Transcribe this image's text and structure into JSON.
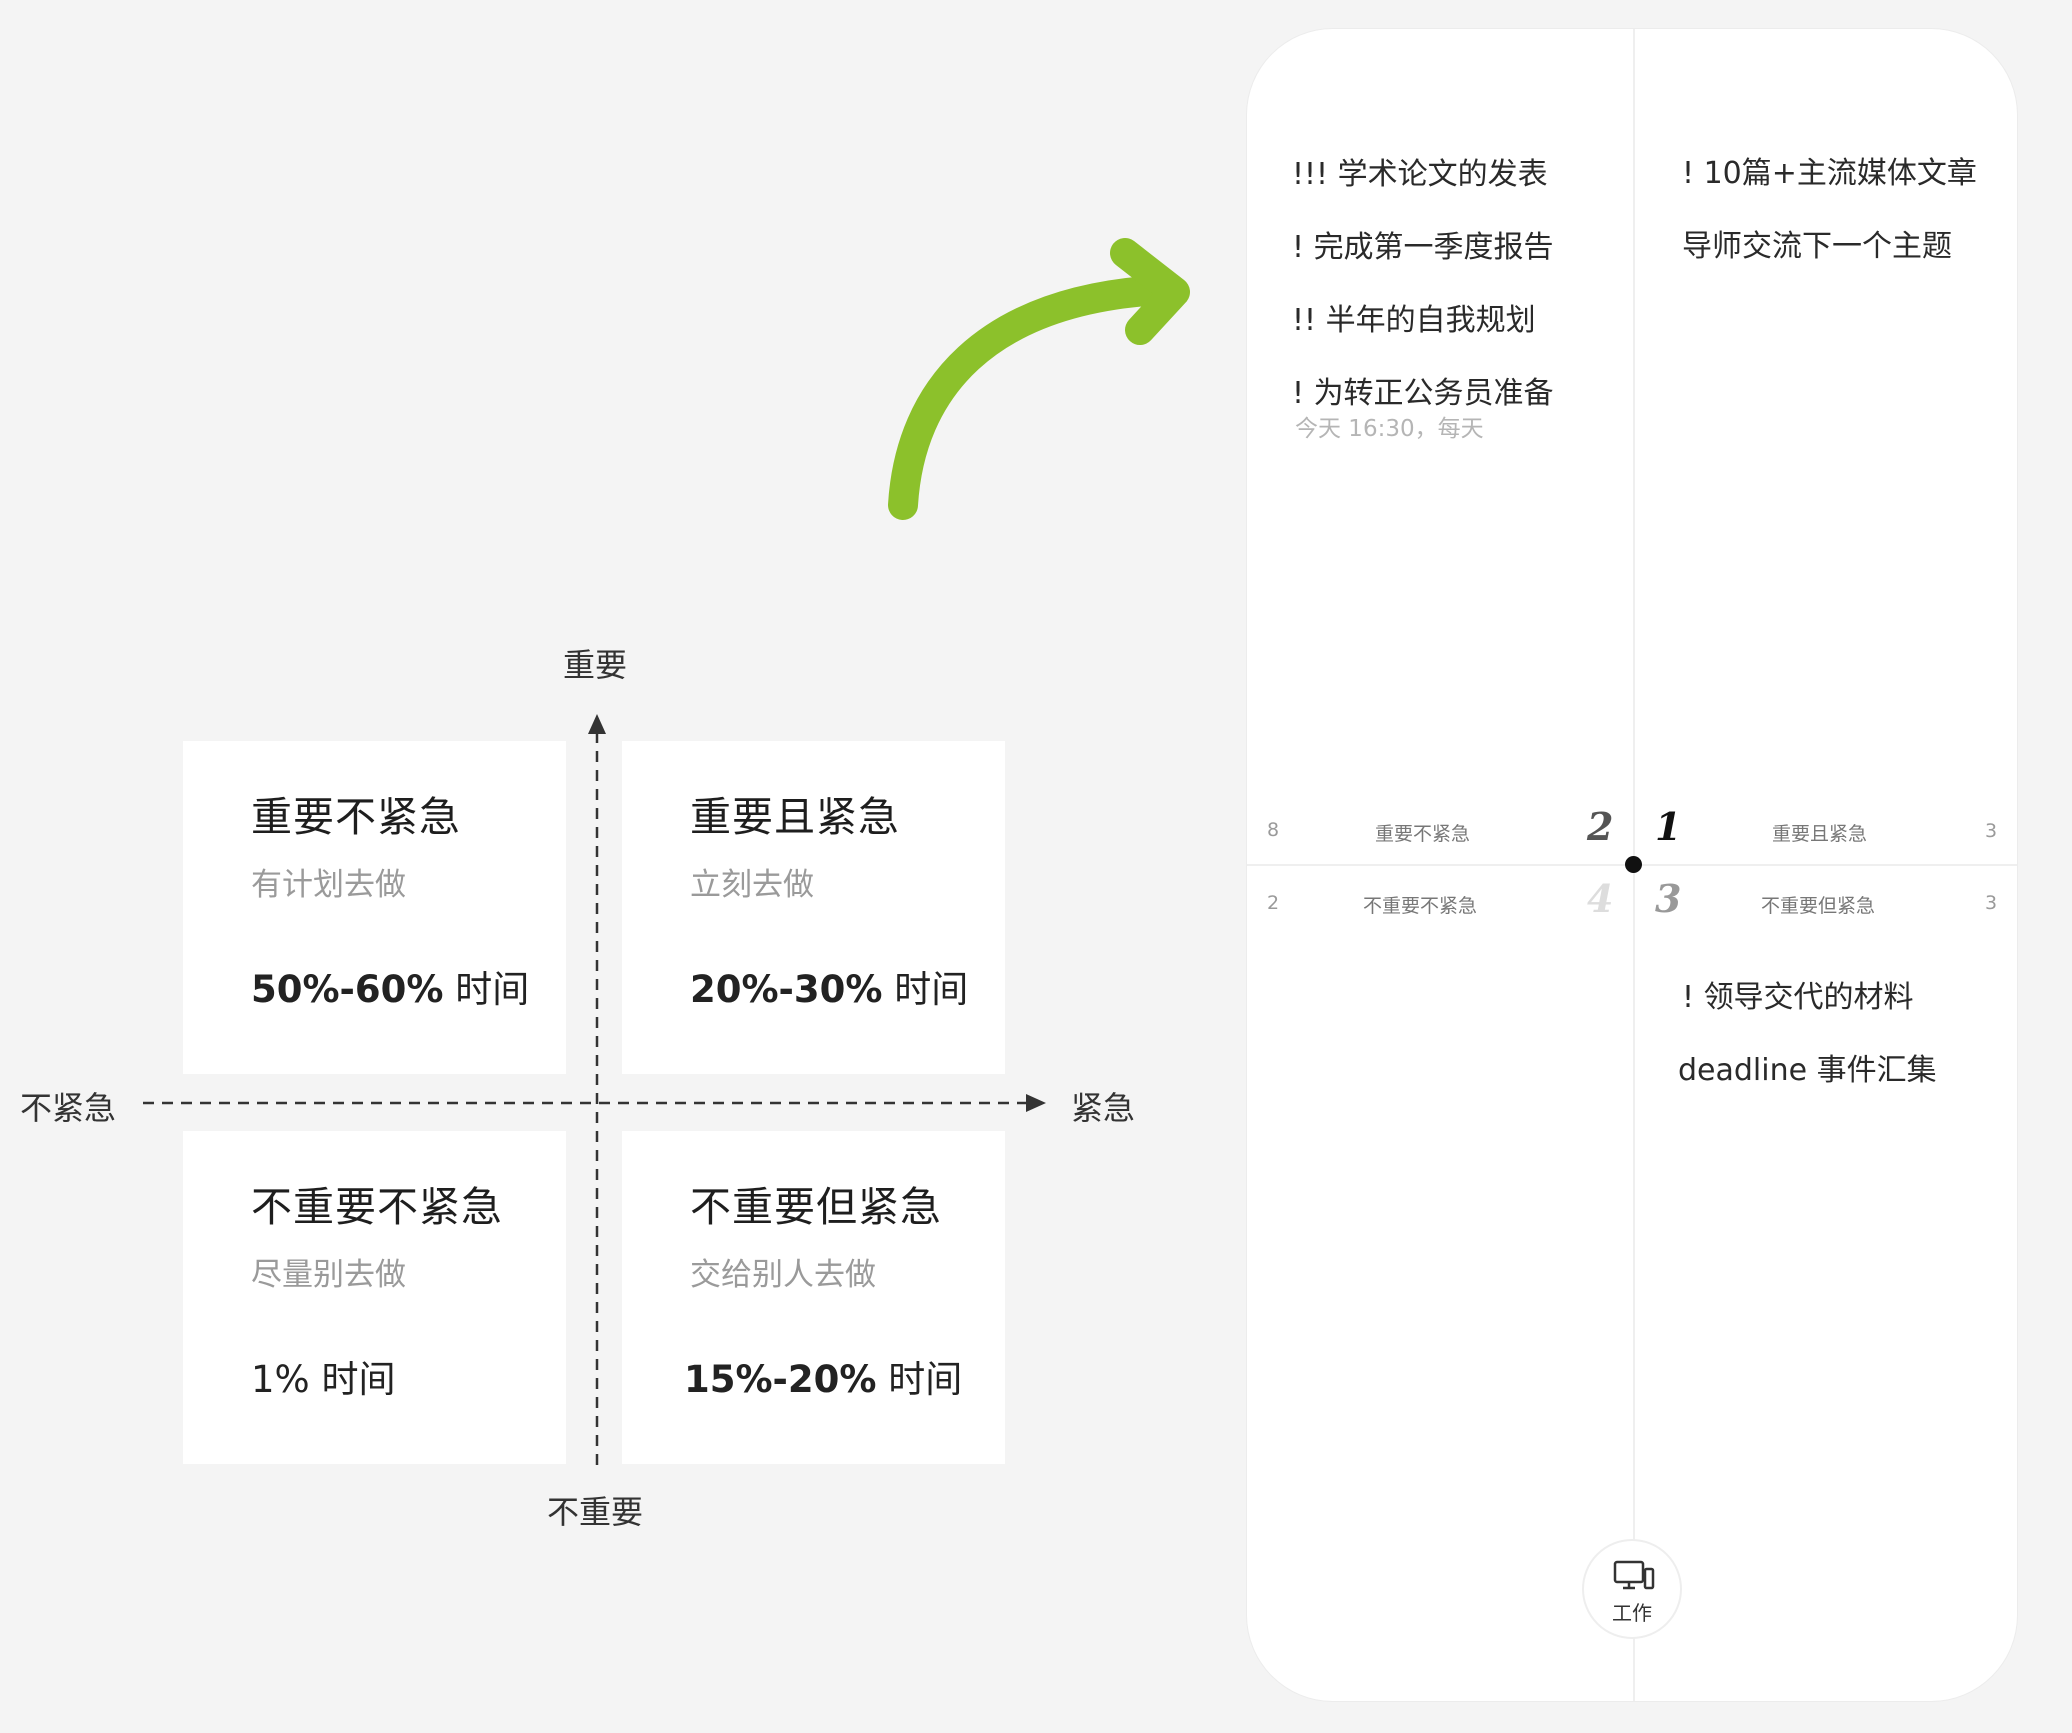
{
  "matrix": {
    "axis_top": "重要",
    "axis_bottom": "不重要",
    "axis_left": "不紧急",
    "axis_right": "紧急",
    "quadrants": [
      {
        "title": "重要不紧急",
        "action": "有计划去做",
        "pct_bold": "50%-60%",
        "pct_unit": " 时间"
      },
      {
        "title": "重要且紧急",
        "action": "立刻去做",
        "pct_bold": "20%-30%",
        "pct_unit": " 时间"
      },
      {
        "title": "不重要不紧急",
        "action": "尽量别去做",
        "pct_bold": "1%",
        "pct_unit": " 时间"
      },
      {
        "title": "不重要但紧急",
        "action": "交给别人去做",
        "pct_bold": "15%-20%",
        "pct_unit": " 时间"
      }
    ]
  },
  "arrow_color": "#8cc12b",
  "phone": {
    "q2_tasks": [
      "!!! 学术论文的发表",
      "! 完成第一季度报告",
      "!! 半年的自我规划",
      "! 为转正公务员准备"
    ],
    "q2_task_meta": "今天 16:30，每天",
    "q1_tasks": [
      "! 10篇+主流媒体文章",
      "导师交流下一个主题"
    ],
    "q3_tasks": [
      "! 领导交代的材料",
      "deadline 事件汇集"
    ],
    "headers": {
      "q2": {
        "count": "8",
        "label": "重要不紧急",
        "num": "2"
      },
      "q1": {
        "num": "1",
        "label": "重要且紧急",
        "count": "3"
      },
      "q4": {
        "count": "2",
        "label": "不重要不紧急",
        "num": "4"
      },
      "q3": {
        "num": "3",
        "label": "不重要但紧急",
        "count": "3"
      }
    },
    "tab": {
      "icon": "computer-icon",
      "label": "工作"
    }
  }
}
